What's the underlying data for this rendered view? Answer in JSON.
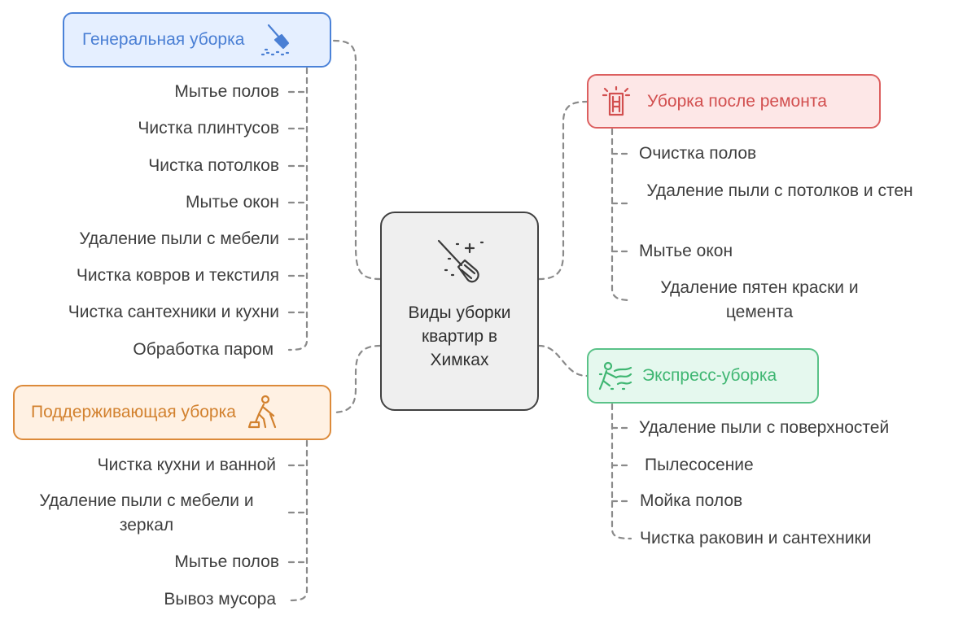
{
  "center": {
    "title": "Виды уборки квартир в Химках"
  },
  "branches": {
    "general": {
      "title": "Генеральная уборка",
      "color": "#4a7fd4",
      "items": [
        "Мытье полов",
        "Чистка плинтусов",
        "Чистка потолков",
        "Мытье окон",
        "Удаление пыли с мебели",
        "Чистка ковров и текстиля",
        "Чистка сантехники и кухни",
        "Обработка паром"
      ]
    },
    "support": {
      "title": "Поддерживающая уборка",
      "color": "#d2812e",
      "items": [
        "Чистка кухни и ванной",
        "Удаление пыли с мебели и зеркал",
        "Мытье полов",
        "Вывоз мусора"
      ]
    },
    "repair": {
      "title": "Уборка после ремонта",
      "color": "#d24f4f",
      "items": [
        "Очистка полов",
        "Удаление пыли с потолков и стен",
        "Мытье окон",
        "Удаление пятен краски и цемента"
      ]
    },
    "express": {
      "title": "Экспресс-уборка",
      "color": "#3fb672",
      "items": [
        "Удаление пыли с поверхностей",
        "Пылесосение",
        "Мойка полов",
        "Чистка раковин и сантехники"
      ]
    }
  }
}
